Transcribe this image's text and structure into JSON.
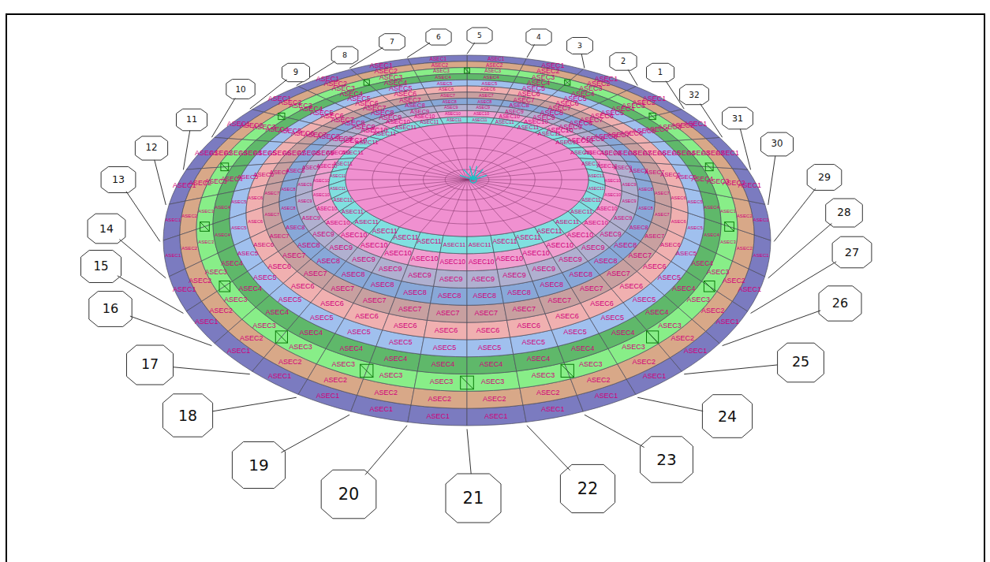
{
  "diagram": {
    "labels": [
      "1",
      "2",
      "3",
      "4",
      "5",
      "6",
      "7",
      "8",
      "9",
      "10",
      "11",
      "12",
      "13",
      "14",
      "15",
      "16",
      "17",
      "18",
      "19",
      "20",
      "21",
      "22",
      "23",
      "24",
      "25",
      "26",
      "27",
      "28",
      "29",
      "30",
      "31",
      "32",
      "ASEC1",
      "ASEC1",
      "ASEC1",
      "ASEC1",
      "ASEC1",
      "ASEC1",
      "ASEC1",
      "ASEC1",
      "ASEC1",
      "ASEC1",
      "ASEC1",
      "ASEC1",
      "ASEC1",
      "ASEC1",
      "ASEC1",
      "ASEC1",
      "ASEC1",
      "ASEC1",
      "ASEC1",
      "ASEC1",
      "ASEC1",
      "ASEC1",
      "ASEC1",
      "ASEC1",
      "ASEC1",
      "ASEC1",
      "ASEC1",
      "ASEC1",
      "ASEC1",
      "ASEC1",
      "ASEC1",
      "ASEC1",
      "ASEC2",
      "ASEC2",
      "ASEC2",
      "ASEC2",
      "ASEC2",
      "ASEC2",
      "ASEC2",
      "ASEC2",
      "ASEC2",
      "ASEC2",
      "ASEC2",
      "ASEC2",
      "ASEC2",
      "ASEC2",
      "ASEC2",
      "ASEC2",
      "ASEC2",
      "ASEC2",
      "ASEC2",
      "ASEC2",
      "ASEC2",
      "ASEC2",
      "ASEC2",
      "ASEC2",
      "ASEC2",
      "ASEC2",
      "ASEC2",
      "ASEC2",
      "ASEC2",
      "ASEC2",
      "ASEC2",
      "ASEC2",
      "ASEC3",
      "ASEC3",
      "ASEC3",
      "ASEC3",
      "ASEC3",
      "ASEC3",
      "ASEC3",
      "ASEC3",
      "ASEC3",
      "ASEC3",
      "ASEC3",
      "ASEC3",
      "ASEC3",
      "ASEC3",
      "ASEC3",
      "ASEC3",
      "ASEC3",
      "ASEC3",
      "ASEC3",
      "ASEC3",
      "ASEC3",
      "ASEC3",
      "ASEC3",
      "ASEC3",
      "ASEC3",
      "ASEC3",
      "ASEC3",
      "ASEC3",
      "ASEC3",
      "ASEC3",
      "ASEC3",
      "ASEC3",
      "ASEC4",
      "ASEC4",
      "ASEC4",
      "ASEC4",
      "ASEC4",
      "ASEC4",
      "ASEC4",
      "ASEC4",
      "ASEC4",
      "ASEC4",
      "ASEC4",
      "ASEC4",
      "ASEC4",
      "ASEC4",
      "ASEC4",
      "ASEC4",
      "ASEC4",
      "ASEC4",
      "ASEC4",
      "ASEC4",
      "ASEC4",
      "ASEC4",
      "ASEC4",
      "ASEC4",
      "ASEC4",
      "ASEC4",
      "ASEC4",
      "ASEC4",
      "ASEC4",
      "ASEC4",
      "ASEC4",
      "ASEC4",
      "ASEC5",
      "ASEC5",
      "ASEC5",
      "ASEC5",
      "ASEC5",
      "ASEC5",
      "ASEC5",
      "ASEC5",
      "ASEC5",
      "ASEC5",
      "ASEC5",
      "ASEC5",
      "ASEC5",
      "ASEC5",
      "ASEC5",
      "ASEC5",
      "ASEC5",
      "ASEC5",
      "ASEC5",
      "ASEC5",
      "ASEC5",
      "ASEC5",
      "ASEC5",
      "ASEC5",
      "ASEC5",
      "ASEC5",
      "ASEC5",
      "ASEC5",
      "ASEC5",
      "ASEC5",
      "ASEC5",
      "ASEC5",
      "ASEC6",
      "ASEC6",
      "ASEC6",
      "ASEC6",
      "ASEC6",
      "ASEC6",
      "ASEC6",
      "ASEC6",
      "ASEC6",
      "ASEC6",
      "ASEC6",
      "ASEC6",
      "ASEC6",
      "ASEC6",
      "ASEC6",
      "ASEC6",
      "ASEC6",
      "ASEC6",
      "ASEC6",
      "ASEC6",
      "ASEC6",
      "ASEC6",
      "ASEC6",
      "ASEC6",
      "ASEC6",
      "ASEC6",
      "ASEC6",
      "ASEC6",
      "ASEC6",
      "ASEC6",
      "ASEC6",
      "ASEC6",
      "ASEC7",
      "ASEC7",
      "ASEC7",
      "ASEC7",
      "ASEC7",
      "ASEC7",
      "ASEC7",
      "ASEC7",
      "ASEC7",
      "ASEC7",
      "ASEC7",
      "ASEC7",
      "ASEC7",
      "ASEC7",
      "ASEC7",
      "ASEC7",
      "ASEC7",
      "ASEC7",
      "ASEC7",
      "ASEC7",
      "ASEC7",
      "ASEC7",
      "ASEC7",
      "ASEC7",
      "ASEC7",
      "ASEC7",
      "ASEC7",
      "ASEC7",
      "ASEC7",
      "ASEC7",
      "ASEC7",
      "ASEC7",
      "ASEC8",
      "ASEC8",
      "ASEC8",
      "ASEC8",
      "ASEC8",
      "ASEC8",
      "ASEC8",
      "ASEC8",
      "ASEC8",
      "ASEC8",
      "ASEC8",
      "ASEC8",
      "ASEC8",
      "ASEC8",
      "ASEC8",
      "ASEC8",
      "ASEC8",
      "ASEC8",
      "ASEC8",
      "ASEC8",
      "ASEC8",
      "ASEC8",
      "ASEC8",
      "ASEC8",
      "ASEC8",
      "ASEC8",
      "ASEC8",
      "ASEC8",
      "ASEC8",
      "ASEC8",
      "ASEC8",
      "ASEC8",
      "ASEC9",
      "ASEC9",
      "ASEC9",
      "ASEC9",
      "ASEC9",
      "ASEC9",
      "ASEC9",
      "ASEC9",
      "ASEC9",
      "ASEC9",
      "ASEC9",
      "ASEC9",
      "ASEC9",
      "ASEC9",
      "ASEC9",
      "ASEC9",
      "ASEC9",
      "ASEC9",
      "ASEC9",
      "ASEC9",
      "ASEC9",
      "ASEC9",
      "ASEC9",
      "ASEC9",
      "ASEC9",
      "ASEC9",
      "ASEC9",
      "ASEC9",
      "ASEC9",
      "ASEC9",
      "ASEC9",
      "ASEC9",
      "ASEC10",
      "ASEC10",
      "ASEC10",
      "ASEC10",
      "ASEC10",
      "ASEC10",
      "ASEC10",
      "ASEC10",
      "ASEC10",
      "ASEC10",
      "ASEC10",
      "ASEC10",
      "ASEC10",
      "ASEC10",
      "ASEC10",
      "ASEC10",
      "ASEC10",
      "ASEC10",
      "ASEC10",
      "ASEC10",
      "ASEC10",
      "ASEC10",
      "ASEC10",
      "ASEC10",
      "ASEC10",
      "ASEC10",
      "ASEC10",
      "ASEC10",
      "ASEC10",
      "ASEC10",
      "ASEC10",
      "ASEC10",
      "ASEC11",
      "ASEC11",
      "ASEC11",
      "ASEC11",
      "ASEC11",
      "ASEC11",
      "ASEC11",
      "ASEC11",
      "ASEC11",
      "ASEC11",
      "ASEC11",
      "ASEC11",
      "ASEC11",
      "ASEC11",
      "ASEC11",
      "ASEC11",
      "ASEC11",
      "ASEC11",
      "ASEC11",
      "ASEC11",
      "ASEC11",
      "ASEC11",
      "ASEC11",
      "ASEC11",
      "ASEC11",
      "ASEC11",
      "ASEC11",
      "ASEC11",
      "ASEC11",
      "ASEC11",
      "ASEC11",
      "ASEC11"
    ]
  }
}
